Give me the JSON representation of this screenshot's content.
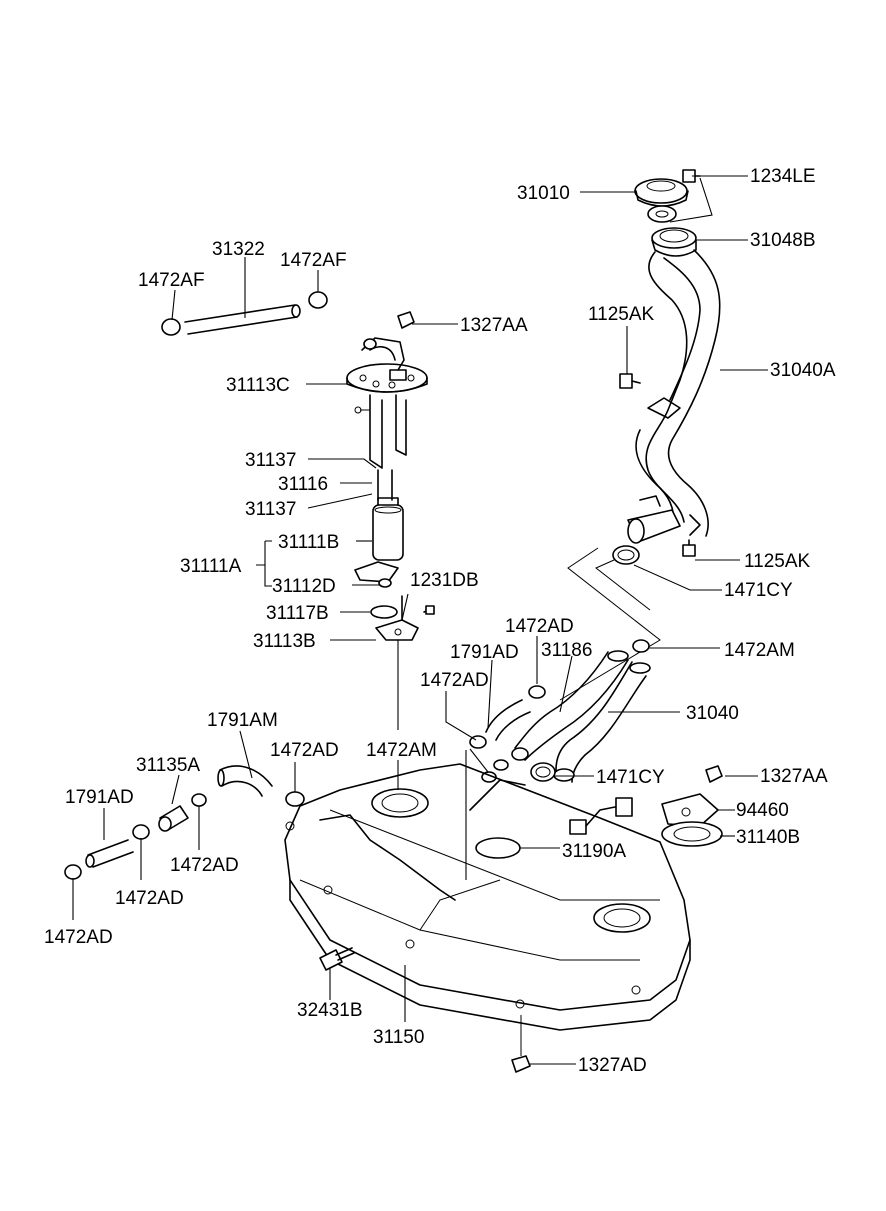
{
  "labels": {
    "p31010": "31010",
    "p1234LE": "1234LE",
    "p31048B": "31048B",
    "p31322": "31322",
    "p1472AF_a": "1472AF",
    "p1472AF_b": "1472AF",
    "p1327AA_a": "1327AA",
    "p1125AK_a": "1125AK",
    "p31040A": "31040A",
    "p31113C": "31113C",
    "p31137_a": "31137",
    "p31116": "31116",
    "p31137_b": "31137",
    "p31111B": "31111B",
    "p31111A": "31111A",
    "p31112D": "31112D",
    "p1231DB": "1231DB",
    "p31117B": "31117B",
    "p31113B": "31113B",
    "p1125AK_b": "1125AK",
    "p1471CY_a": "1471CY",
    "p1472AD_a": "1472AD",
    "p1791AD_a": "1791AD",
    "p31186": "31186",
    "p1472AM_a": "1472AM",
    "p1472AD_b": "1472AD",
    "p31040": "31040",
    "p1791AM": "1791AM",
    "p31135A": "31135A",
    "p1472AD_c": "1472AD",
    "p1472AM_b": "1472AM",
    "p1471CY_b": "1471CY",
    "p1327AA_b": "1327AA",
    "p1791AD_b": "1791AD",
    "p94460": "94460",
    "p31140B": "31140B",
    "p31190A": "31190A",
    "p1472AD_d": "1472AD",
    "p1472AD_e": "1472AD",
    "p1472AD_f": "1472AD",
    "p32431B": "32431B",
    "p31150": "31150",
    "p1327AD": "1327AD"
  }
}
